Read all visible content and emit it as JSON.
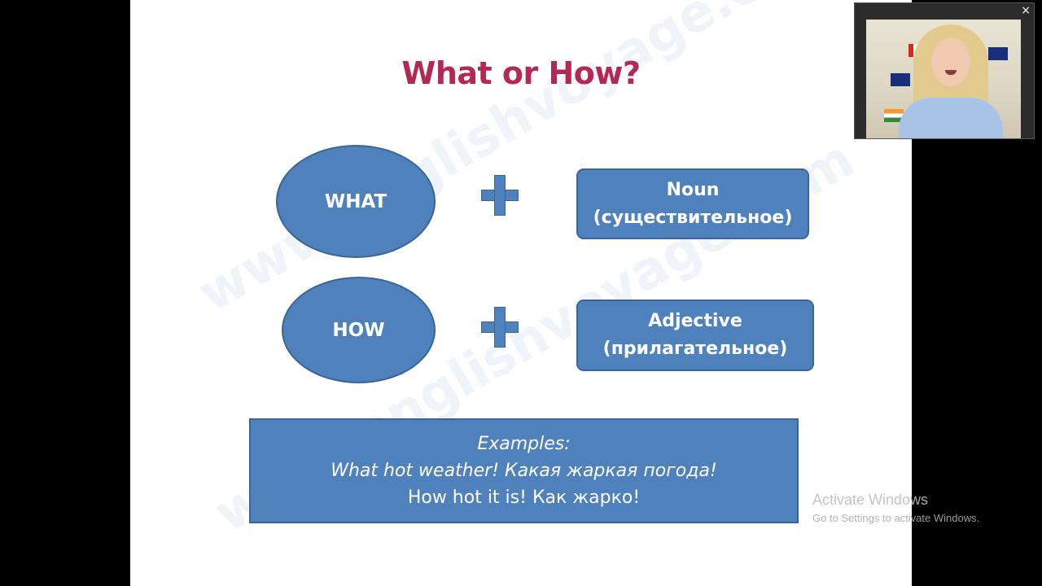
{
  "slide": {
    "title": "What or How?",
    "watermark": "www.englishvoyage.com",
    "rows": [
      {
        "keyword": "WHAT",
        "word_class": "Noun",
        "translation": "(существительное)"
      },
      {
        "keyword": "HOW",
        "word_class": "Adjective",
        "translation": "(прилагательное)"
      }
    ],
    "examples": {
      "heading": "Examples:",
      "line1": "What hot weather!  Какая жаркая погода!",
      "line2": "How hot it is! Как жарко!"
    }
  },
  "windows_notice": {
    "title": "Activate Windows",
    "subtitle": "Go to Settings to activate Windows."
  },
  "webcam": {
    "close_label": "×"
  },
  "colors": {
    "title": "#b22a52",
    "shape_fill": "#4f81bd",
    "shape_border": "#3a6597"
  }
}
